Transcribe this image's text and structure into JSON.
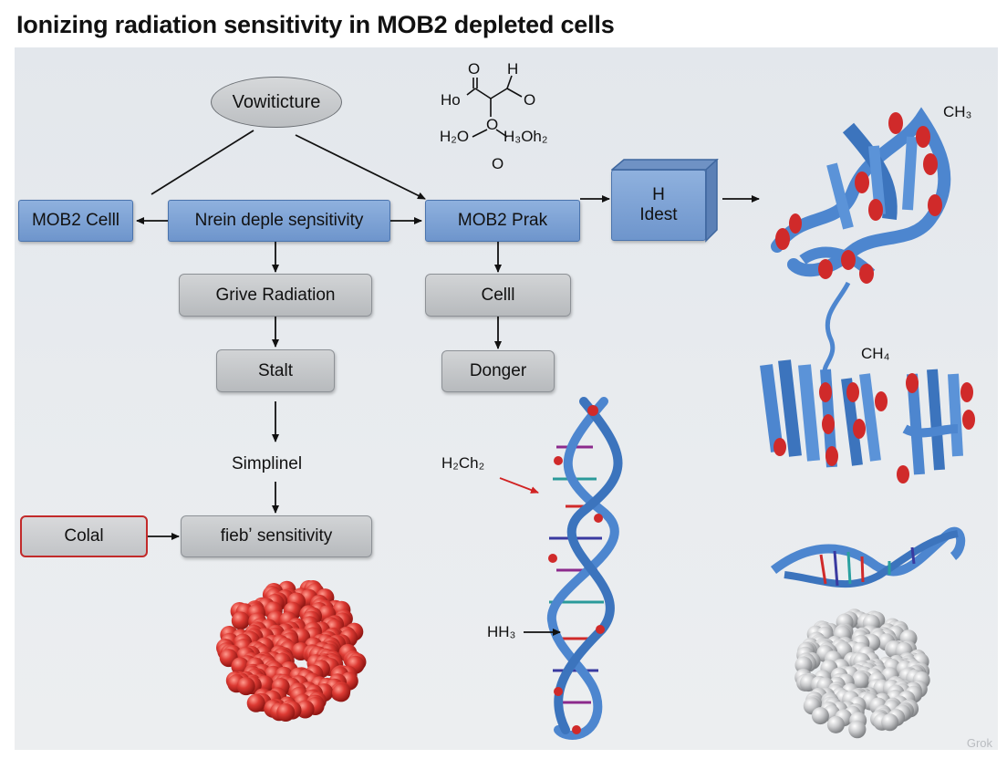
{
  "title": "Ionizing radiation sensitivity in MOB2 depleted cells",
  "nodes": {
    "top_ellipse": "Vowiticture",
    "mob2_cell": "MOB2 Celll",
    "nrein": "Nrein deple seɲsitivity",
    "mob2_prak": "MOB2 Prak",
    "idest_line1": "H",
    "idest_line2": "Idest",
    "grive": "Grive Radiation",
    "celll": "Celll",
    "stalt": "Stalt",
    "donger": "Donger",
    "simplinel": "Simplinel",
    "colal": "Colal",
    "fieb": "fiebʼ sensitivity"
  },
  "chem_labels": {
    "o_top1": "O",
    "h_top": "H",
    "ho": "Ho",
    "o_right": "O",
    "o_mid": "O",
    "h2o": "H₂O",
    "h3oh2": "H₃Oh₂",
    "o_single": "O",
    "ch3": "CH₃",
    "ch4": "CH₄",
    "h2ch2": "H₂Ch₂",
    "hh3": "HH₃"
  },
  "watermark": "Grok",
  "colors": {
    "box_blue": "#7ea2d6",
    "box_grey": "#c4c6c9",
    "accent_red": "#c22a2a",
    "helix_blue": "#4d86cf",
    "protein_red": "#d02a2a"
  }
}
